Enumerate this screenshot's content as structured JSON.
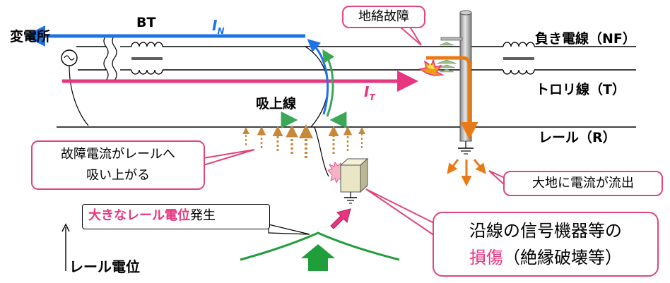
{
  "labels": {
    "substation": "変電所",
    "bt": "BT",
    "i_n": "I",
    "i_n_sub": "N",
    "i_t": "I",
    "i_t_sub": "T",
    "suction_wire": "吸上線",
    "negative_feeder": "負き電線（NF）",
    "trolley_wire": "トロリ線（T）",
    "rail": "レール（R）",
    "rail_potential_axis": "レール電位"
  },
  "callouts": {
    "ground_fault": "地絡故障",
    "fault_current_line1": "故障電流がレールへ",
    "fault_current_line2": "吸い上がる",
    "earth_current": "大地に電流が流出",
    "big_potential_highlight": "大きなレール電位",
    "big_potential_suffix": "発生",
    "damage_line1": "沿線の信号機器等の",
    "damage_highlight": "損傷",
    "damage_suffix": "（絶縁破壊等）"
  },
  "colors": {
    "i_n_arrow": "#1e73e8",
    "i_t_arrow": "#e8357f",
    "fault_path": "#ea7a16",
    "suction_arrow": "#2f9e44",
    "rail_arrows": "#c8883a",
    "callout_border": "#e0457b",
    "highlight_text": "#e8357f",
    "potential_curve": "#1f9e3a"
  }
}
